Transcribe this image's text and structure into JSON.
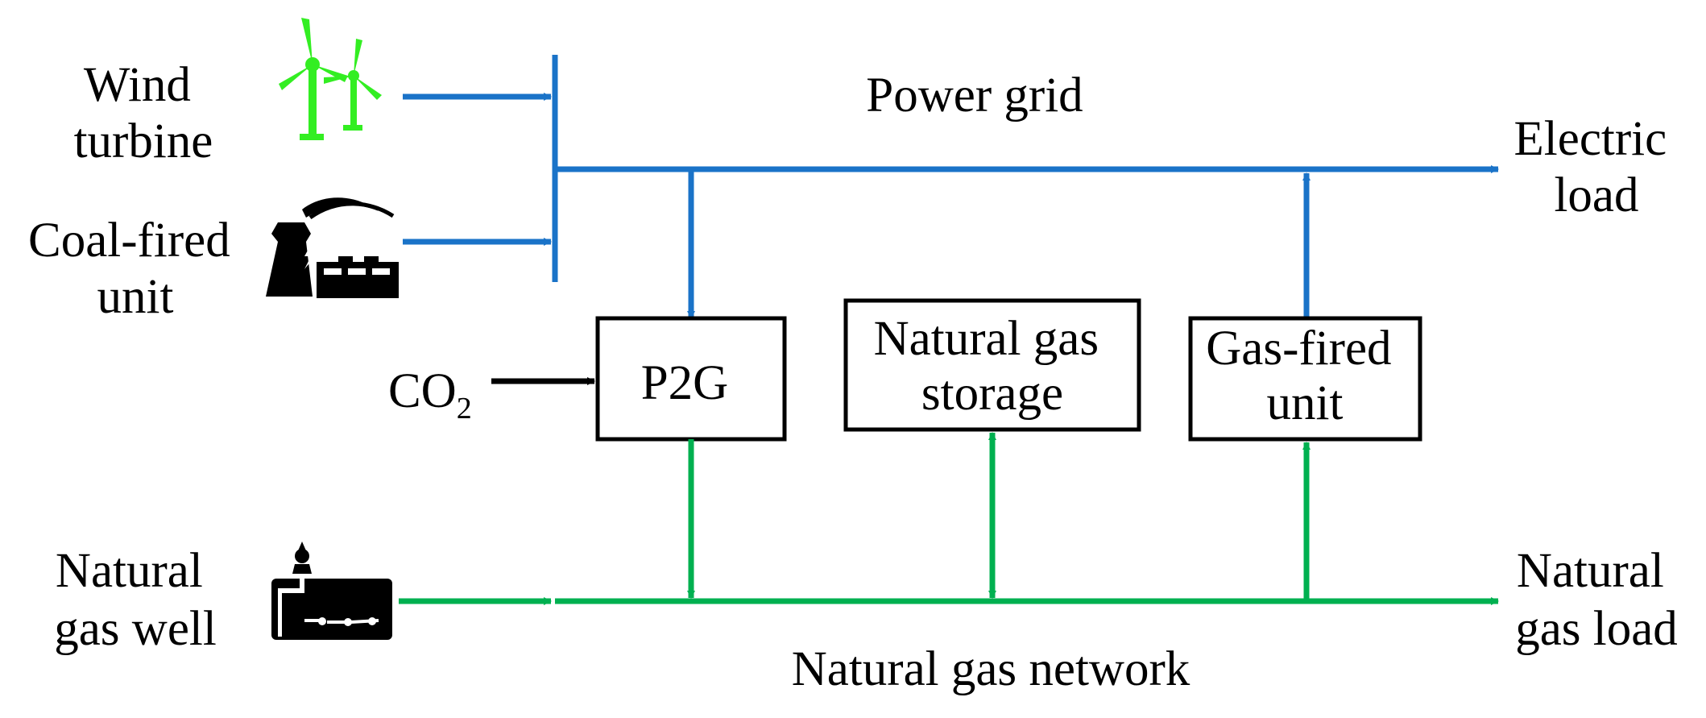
{
  "labels": {
    "wind_turbine": [
      "Wind",
      "turbine"
    ],
    "coal_fired_unit": [
      "Coal-fired",
      "unit"
    ],
    "natural_gas_well": [
      "Natural",
      "gas well"
    ],
    "power_grid": "Power grid",
    "natural_gas_network": "Natural gas network",
    "electric_load": [
      "Electric",
      "load"
    ],
    "natural_gas_load": [
      "Natural",
      "gas load"
    ],
    "co2": "CO",
    "co2_subscript": "2"
  },
  "boxes": {
    "p2g": [
      "P2G"
    ],
    "gas_storage": [
      "Natural gas",
      "storage"
    ],
    "gas_fired_unit": [
      "Gas-fired",
      "unit"
    ]
  },
  "colors": {
    "power": "#1a73c8",
    "gas": "#00b050",
    "wind_icon": "#33ee22",
    "neutral": "#000000"
  },
  "icons": {
    "wind": "wind-turbine-icon",
    "coal": "power-plant-icon",
    "well": "gas-well-icon"
  }
}
